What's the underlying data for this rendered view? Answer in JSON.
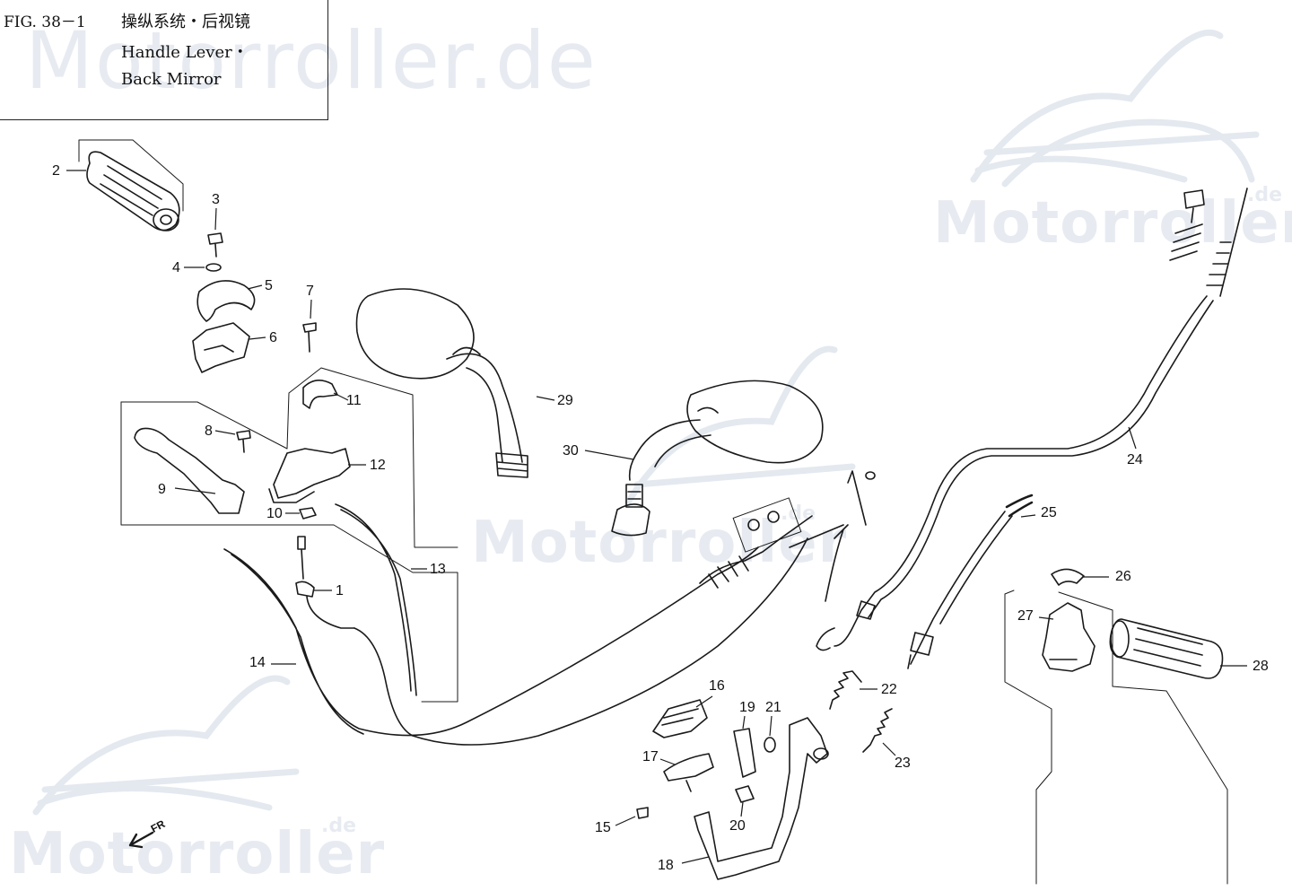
{
  "figure": {
    "number": "FIG. 38－1",
    "title_cn": "操纵系统・后视镜",
    "title_en_line1": "Handle Lever・",
    "title_en_line2": "Back Mirror"
  },
  "watermarks": {
    "main": "Motorroller.de",
    "brand": "Motorroller",
    "suffix": ".de"
  },
  "direction_label": "FR",
  "callouts": [
    {
      "id": "1",
      "label": "1"
    },
    {
      "id": "2",
      "label": "2"
    },
    {
      "id": "3",
      "label": "3"
    },
    {
      "id": "4",
      "label": "4"
    },
    {
      "id": "5",
      "label": "5"
    },
    {
      "id": "6",
      "label": "6"
    },
    {
      "id": "7",
      "label": "7"
    },
    {
      "id": "8",
      "label": "8"
    },
    {
      "id": "9",
      "label": "9"
    },
    {
      "id": "10",
      "label": "10"
    },
    {
      "id": "11",
      "label": "11"
    },
    {
      "id": "12",
      "label": "12"
    },
    {
      "id": "13",
      "label": "13"
    },
    {
      "id": "14",
      "label": "14"
    },
    {
      "id": "15",
      "label": "15"
    },
    {
      "id": "16",
      "label": "16"
    },
    {
      "id": "17",
      "label": "17"
    },
    {
      "id": "18",
      "label": "18"
    },
    {
      "id": "19",
      "label": "19"
    },
    {
      "id": "20",
      "label": "20"
    },
    {
      "id": "21",
      "label": "21"
    },
    {
      "id": "22",
      "label": "22"
    },
    {
      "id": "23",
      "label": "23"
    },
    {
      "id": "24",
      "label": "24"
    },
    {
      "id": "25",
      "label": "25"
    },
    {
      "id": "26",
      "label": "26"
    },
    {
      "id": "27",
      "label": "27"
    },
    {
      "id": "28",
      "label": "28"
    },
    {
      "id": "29",
      "label": "29"
    },
    {
      "id": "30",
      "label": "30"
    }
  ]
}
